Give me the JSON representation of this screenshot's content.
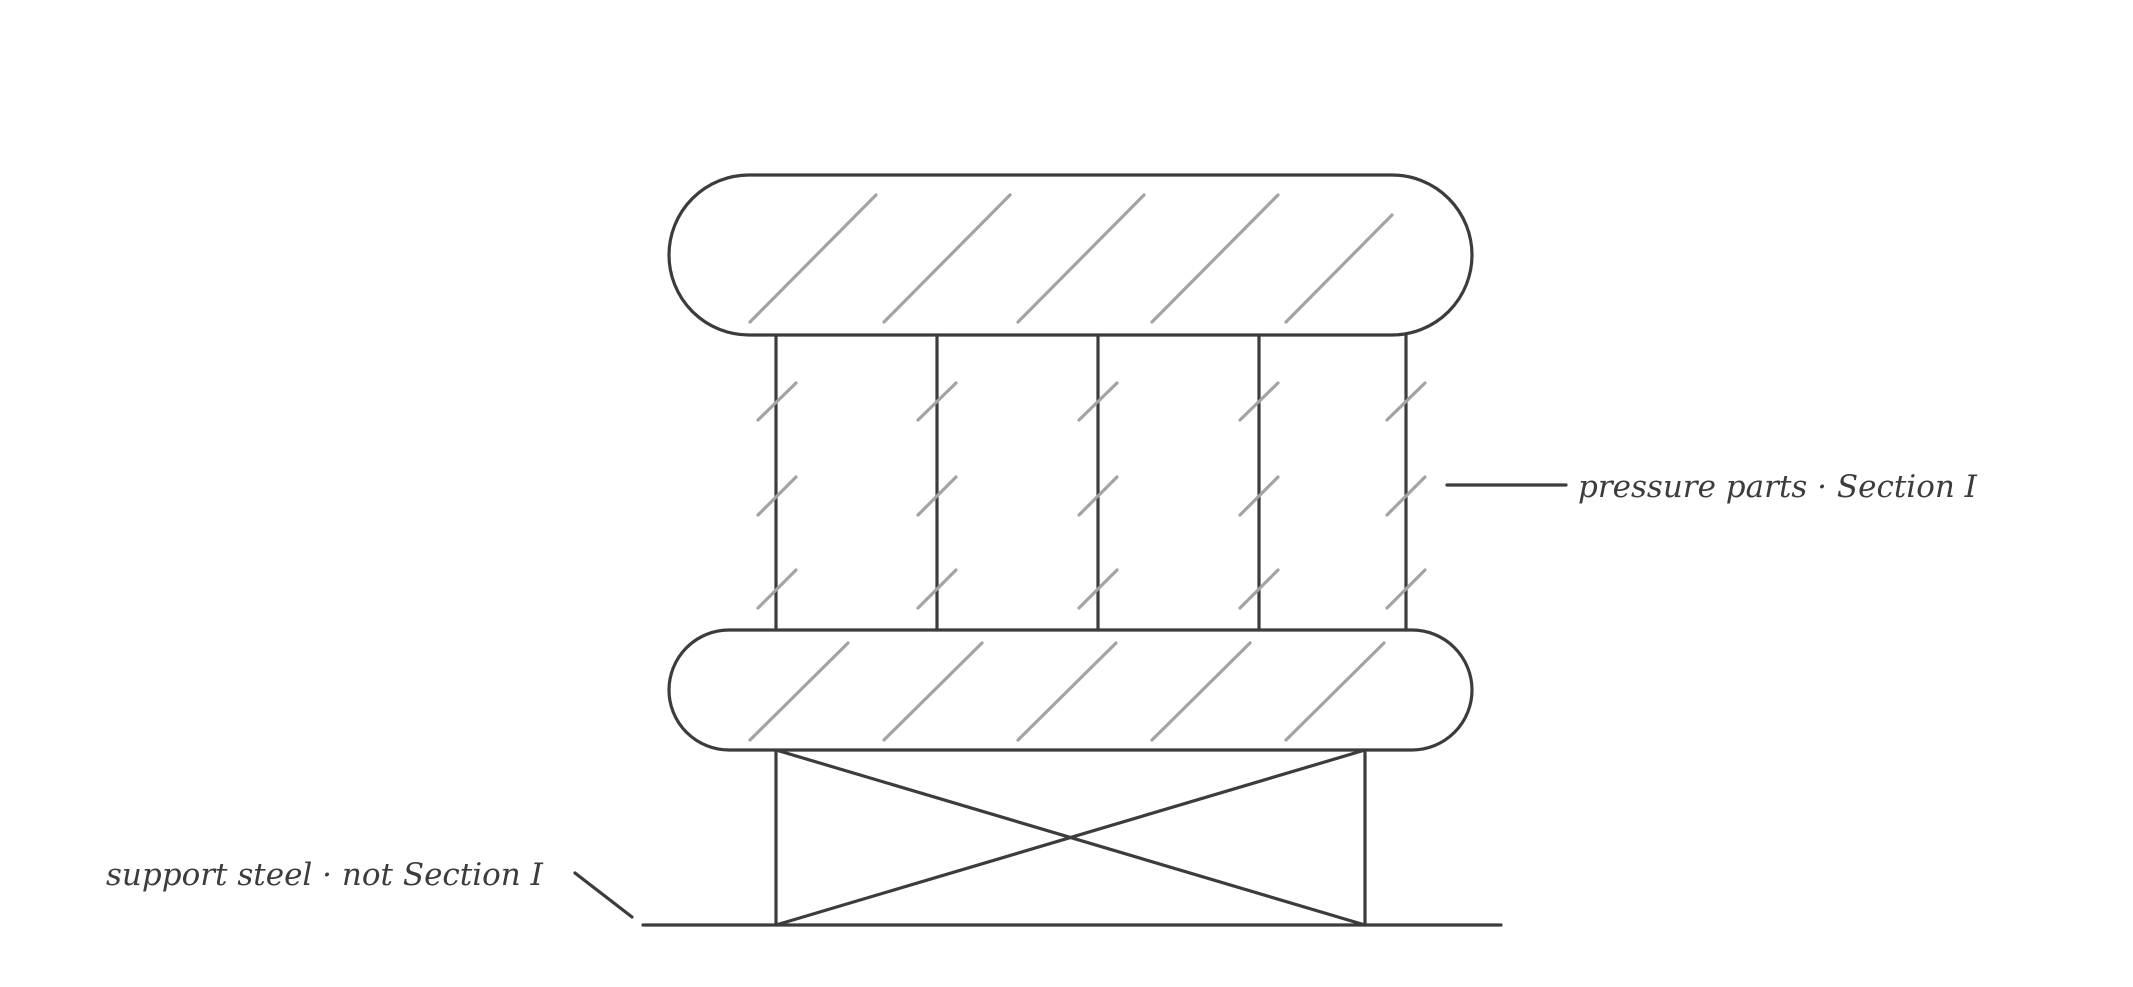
{
  "annotations": {
    "pressure_parts": "pressure parts · Section I",
    "support_steel": "support steel · not Section I"
  },
  "colors": {
    "outline": "#3c3c3e",
    "hatch": "#a3a3a3",
    "background": "#ffffff"
  },
  "components": {
    "drums": 2,
    "tubes": 5,
    "support_frame": "cross-braced"
  }
}
